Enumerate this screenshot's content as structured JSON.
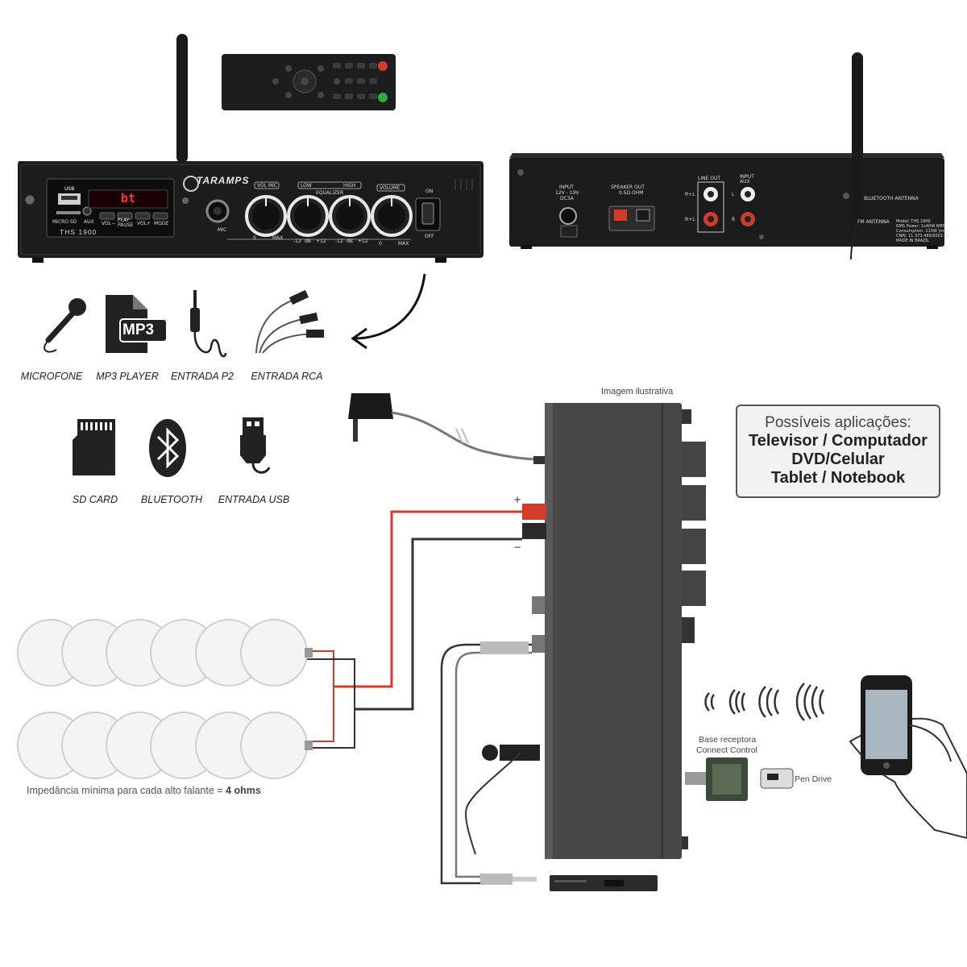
{
  "front_panel": {
    "brand": "TARAMPS",
    "model": "THS 1900",
    "display_text": "bt",
    "usb": "USB",
    "micro_sd": "MICRO SD",
    "aux": "AUX",
    "vol_minus": "VOL−",
    "play_pause": "PLAY PAUSE",
    "vol_plus": "VOL+",
    "mode": "MODE",
    "mic": "MIC",
    "vol_mic": "VOL MIC",
    "equalizer": "EQUALIZER",
    "low": "LOW",
    "high": "HIGH",
    "volume": "VOLUME",
    "on": "ON",
    "off": "OFF",
    "min": "0",
    "max": "MAX",
    "eq_min": "-12",
    "eq_db": "dB",
    "eq_max": "+12"
  },
  "rear_panel": {
    "input": "INPUT",
    "input_spec1": "12V - 19V",
    "input_spec2": "DC3A",
    "speaker_out": "SPEAKER OUT",
    "speaker_spec": "0.5Ω OHM",
    "line_out": "LINE OUT",
    "input_aux": "INPUT AUX",
    "rl": "R+L",
    "l": "L",
    "r": "R",
    "bluetooth_antenna": "BLUETOOTH ANTENNA",
    "fm_antenna": "FM ANTENNA",
    "model_info": [
      "Model: THS 1900",
      "RMS Power: 1x40W RMS",
      "Consumption: 115W (max.)",
      "CNPJ: 11.373.485/0001-83",
      "MADE IN BRAZIL"
    ]
  },
  "features": [
    {
      "label": "MICROFONE",
      "icon": "microphone-icon"
    },
    {
      "label": "MP3 PLAYER",
      "icon": "mp3-file-icon",
      "icon_text": "MP3"
    },
    {
      "label": "ENTRADA P2",
      "icon": "p2-jack-icon"
    },
    {
      "label": "ENTRADA RCA",
      "icon": "rca-cable-icon"
    },
    {
      "label": "SD CARD",
      "icon": "sd-card-icon"
    },
    {
      "label": "BLUETOOTH",
      "icon": "bluetooth-icon"
    },
    {
      "label": "ENTRADA USB",
      "icon": "usb-icon"
    }
  ],
  "diagram": {
    "illustrative_note": "Imagem ilustrativa",
    "applications_title": "Possíveis aplicações:",
    "applications": [
      "Televisor / Computador",
      "DVD/Celular",
      "Tablet / Notebook"
    ],
    "impedance_note": "Impedância mínima para cada alto falante = ",
    "impedance_value": "4 ohms",
    "receiver_label1": "Base receptora",
    "receiver_label2": "Connect Control",
    "pen_drive": "Pen Drive",
    "plus": "+",
    "minus": "−"
  },
  "colors": {
    "device_body": "#1c1c1c",
    "wire_red": "#d63a2a",
    "wire_black": "#333333",
    "box_bg": "#f2f2f2"
  }
}
